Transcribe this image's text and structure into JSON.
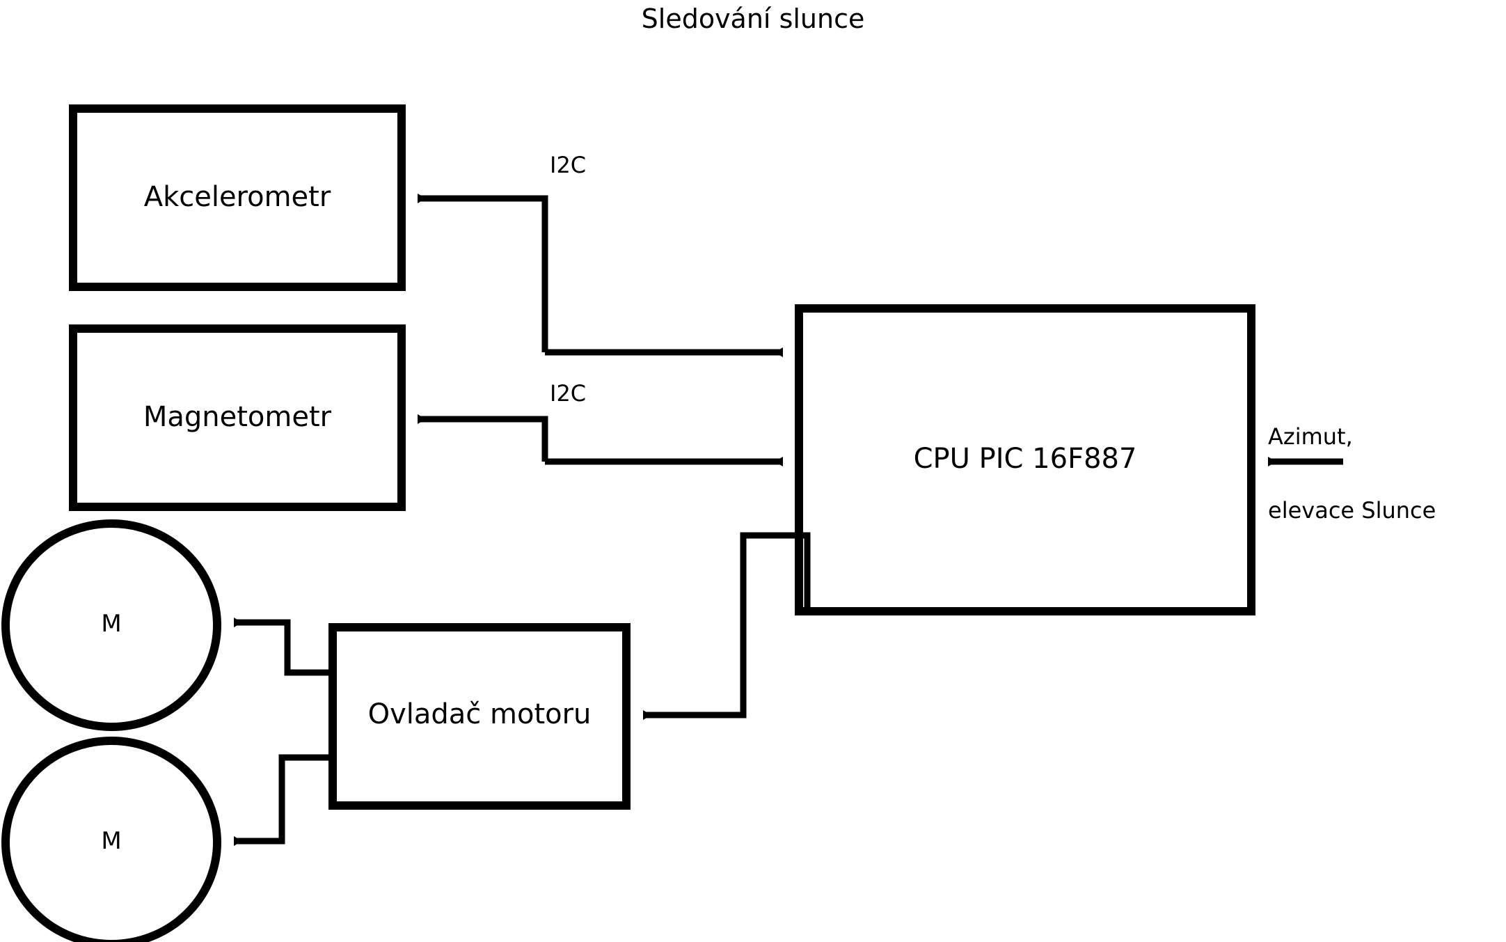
{
  "diagram": {
    "title": "Sledování slunce",
    "stroke_color": "#000000",
    "background_color": "#ffffff",
    "nodes": [
      {
        "id": "akcelerometr",
        "shape": "rect",
        "label": "Akcelerometr"
      },
      {
        "id": "magnetometr",
        "shape": "rect",
        "label": "Magnetometr"
      },
      {
        "id": "cpu",
        "shape": "rect",
        "label": "CPU PIC 16F887"
      },
      {
        "id": "ovladac-motoru",
        "shape": "rect",
        "label": "Ovladač motoru"
      },
      {
        "id": "motor-1",
        "shape": "circle",
        "label": "M"
      },
      {
        "id": "motor-2",
        "shape": "circle",
        "label": "M"
      }
    ],
    "edges": [
      {
        "id": "cpu-to-akcelerometr",
        "from": "cpu",
        "to": "akcelerometr",
        "label": "I2C"
      },
      {
        "id": "akcelerometr-to-cpu",
        "from": "akcelerometr",
        "to": "cpu",
        "label": ""
      },
      {
        "id": "cpu-to-magnetometr",
        "from": "cpu",
        "to": "magnetometr",
        "label": "I2C"
      },
      {
        "id": "magnetometr-to-cpu",
        "from": "magnetometr",
        "to": "cpu",
        "label": ""
      },
      {
        "id": "cpu-to-ovladac",
        "from": "cpu",
        "to": "ovladac-motoru",
        "label": ""
      },
      {
        "id": "ovladac-to-motor-1",
        "from": "ovladac-motoru",
        "to": "motor-1",
        "label": ""
      },
      {
        "id": "ovladac-to-motor-2",
        "from": "ovladac-motoru",
        "to": "motor-2",
        "label": ""
      },
      {
        "id": "input-to-cpu",
        "from": "external-input",
        "to": "cpu",
        "label": "Azimut,\nelevace Slunce"
      }
    ],
    "labels": {
      "i2c_top": "I2C",
      "i2c_bottom": "I2C",
      "azimut_line1": "Azimut,",
      "azimut_line2": "elevace Slunce"
    }
  }
}
